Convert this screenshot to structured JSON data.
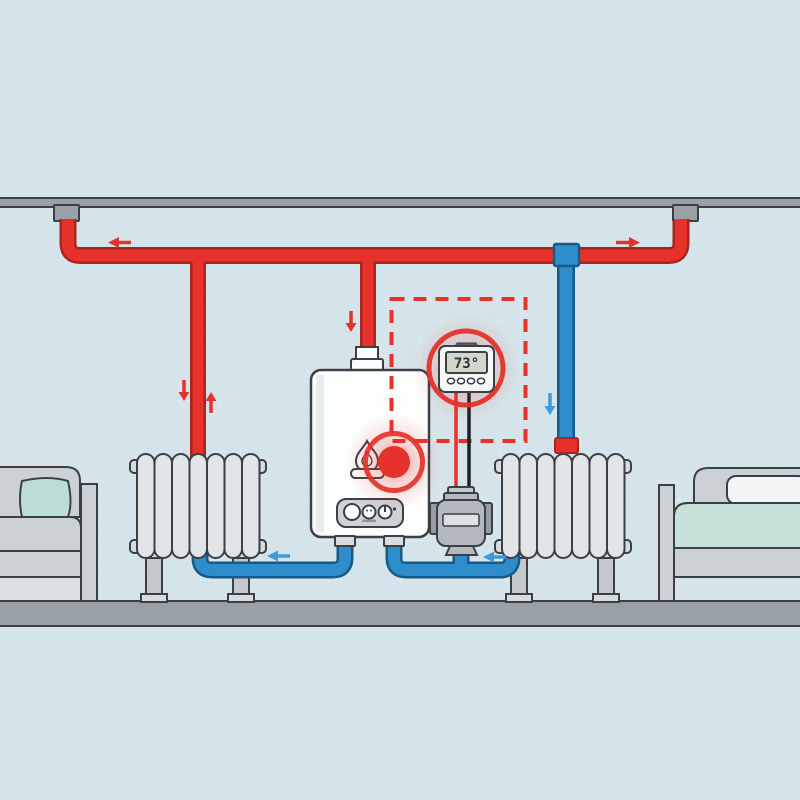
{
  "scene": "central-heating-system-diagram",
  "thermostat": {
    "display": "73°",
    "button_count": 4
  },
  "flow_arrows": {
    "supply_ceiling_left": "left",
    "supply_ceiling_right": "right",
    "supply_to_boiler": "down",
    "supply_left_branch_down": "down",
    "supply_left_branch_up": "up",
    "return_right_branch": "down",
    "return_left_segment": "left",
    "return_right_segment": "left"
  },
  "highlight": {
    "dashed_zone": "thermostat-and-pump-zone",
    "glow_spots": [
      "boiler-burner-indicator",
      "room-thermostat"
    ]
  },
  "icons": {
    "flame_icon": "gas-flame",
    "power_icon": "power-button",
    "dial_icon": "control-dial",
    "indicator_icon": "round-indicator"
  },
  "colors": {
    "bg": "#d5e4ea",
    "grid": "#e4eef2",
    "ink": "#3b4046",
    "structure": "#99a1a7",
    "red": "#e6322a",
    "red_dark": "#a8241e",
    "blue": "#2f8dcb",
    "blue_dark": "#175a88",
    "arrow_blue": "#3f9bd8",
    "radiator": "#e2e5e8",
    "radiator_cap": "#d9dcdf",
    "leg": "#c3c8cc",
    "furniture": "#ccd1d5",
    "furniture_light": "#dde0e2",
    "sofa_pillow": "#bcdcd6",
    "mattress": "#c6e0da",
    "bed_pillow": "#f2f4f5",
    "boiler": "#fcfdfd",
    "boiler_shade": "#e9ecee",
    "panel": "#cdd2d6",
    "pump": "#b3b9be",
    "pump_dark": "#969da4",
    "pump_light": "#dfe2e4",
    "pump_collar": "#c3c8cc",
    "thermostat_body": "#f6f7f7",
    "lcd": "#cfd8cb",
    "lcd_text": "#2f332e",
    "wire_black": "#1d2023"
  }
}
